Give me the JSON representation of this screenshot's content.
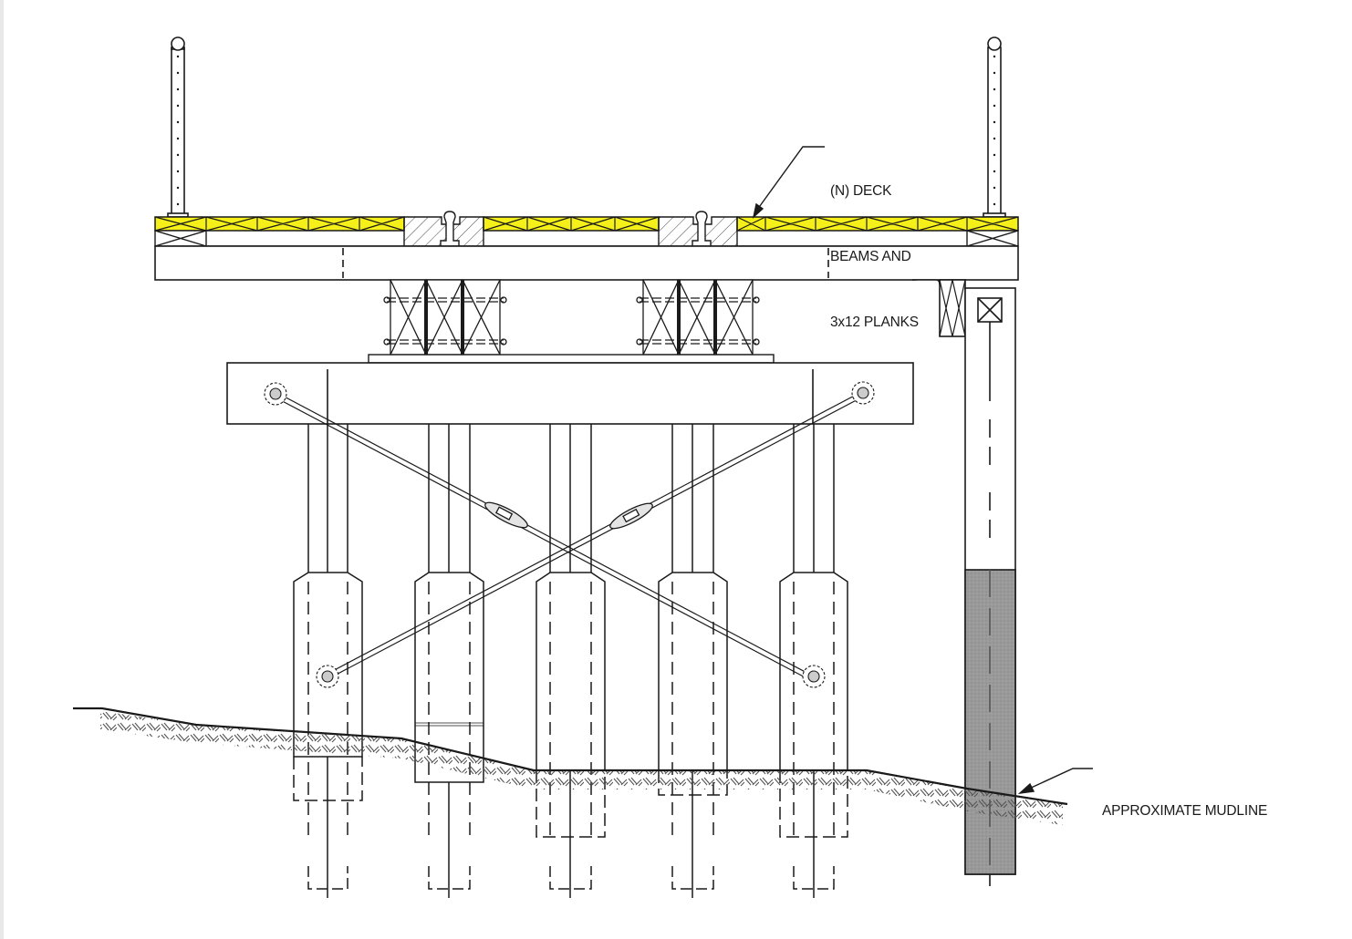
{
  "drawing": {
    "type": "structural elevation",
    "colors": {
      "ink": "#1a1a1a",
      "highlight": "#f5ef1a",
      "pile_fill": "#9a9a9a",
      "hatch": "#555555",
      "background": "#ffffff"
    }
  },
  "callouts": {
    "deck": {
      "lines": [
        "(N) DECK",
        "BEAMS AND",
        "3x12 PLANKS"
      ]
    },
    "mudline": {
      "text": "APPROXIMATE MUDLINE"
    }
  },
  "elements": {
    "railing_posts": 2,
    "deck_plank_segments": 3,
    "rail_blocks": 2,
    "crib_blocking_groups": 2,
    "pile_cap": 1,
    "piles": 5,
    "cross_bracing_rods": 2,
    "turnbuckles": 2,
    "fender_pile": 1
  }
}
